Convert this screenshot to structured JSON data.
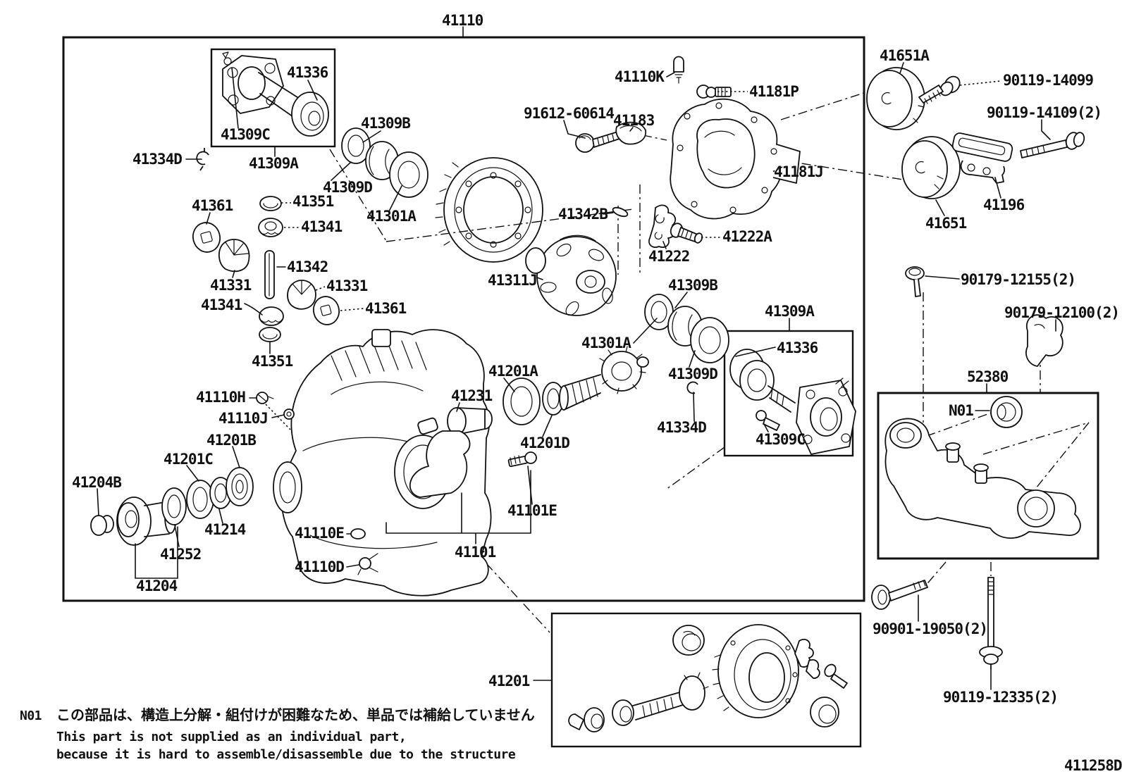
{
  "diagram": {
    "figure_id": "411258D",
    "type": "exploded-parts-diagram",
    "labels": {
      "n41110": "41110",
      "n41336a": "41336",
      "n41309Ca": "41309C",
      "n41334Da": "41334D",
      "n41309Aa": "41309A",
      "n41309Ba": "41309B",
      "n41309Da": "41309D",
      "n41301Aa": "41301A",
      "n41361a": "41361",
      "n41351a": "41351",
      "n41341a": "41341",
      "n41342": "41342",
      "n41331a": "41331",
      "n41331b": "41331",
      "n41341b": "41341",
      "n41361b": "41361",
      "n41351b": "41351",
      "n41110K": "41110K",
      "n41181P": "41181P",
      "n91612": "91612-60614",
      "n41183": "41183",
      "n41181J": "41181J",
      "n41342B": "41342B",
      "n41222A": "41222A",
      "n41222": "41222",
      "n41311J": "41311J",
      "n41309Bb": "41309B",
      "n41309Ab": "41309A",
      "n41336b": "41336",
      "n41301Ab": "41301A",
      "n41309Db": "41309D",
      "n41334Db": "41334D",
      "n41309Cb": "41309C",
      "n41110H": "41110H",
      "n41110J": "41110J",
      "n41201B": "41201B",
      "n41201C": "41201C",
      "n41204B": "41204B",
      "n41214": "41214",
      "n41252": "41252",
      "n41204": "41204",
      "n41110E": "41110E",
      "n41110D": "41110D",
      "n41201A": "41201A",
      "n41231": "41231",
      "n41201D": "41201D",
      "n41101E": "41101E",
      "n41101": "41101",
      "n41201": "41201",
      "n41651A": "41651A",
      "n90119_14099": "90119-14099",
      "n90119_14109": "90119-14109(2)",
      "n41196": "41196",
      "n41651": "41651",
      "n90179_12155": "90179-12155(2)",
      "n90179_12100": "90179-12100(2)",
      "n52380": "52380",
      "nN01": "N01",
      "n90901_19050": "90901-19050(2)",
      "n90119_12335": "90119-12335(2)",
      "n411258D": "411258D"
    },
    "note": {
      "code": "N01",
      "ja": "この部品は、構造上分解・組付けが困難なため、単品では補給していません",
      "en_line1": "This part is not supplied as an individual part,",
      "en_line2": "because it is hard to assemble/disassemble due to the structure"
    }
  }
}
